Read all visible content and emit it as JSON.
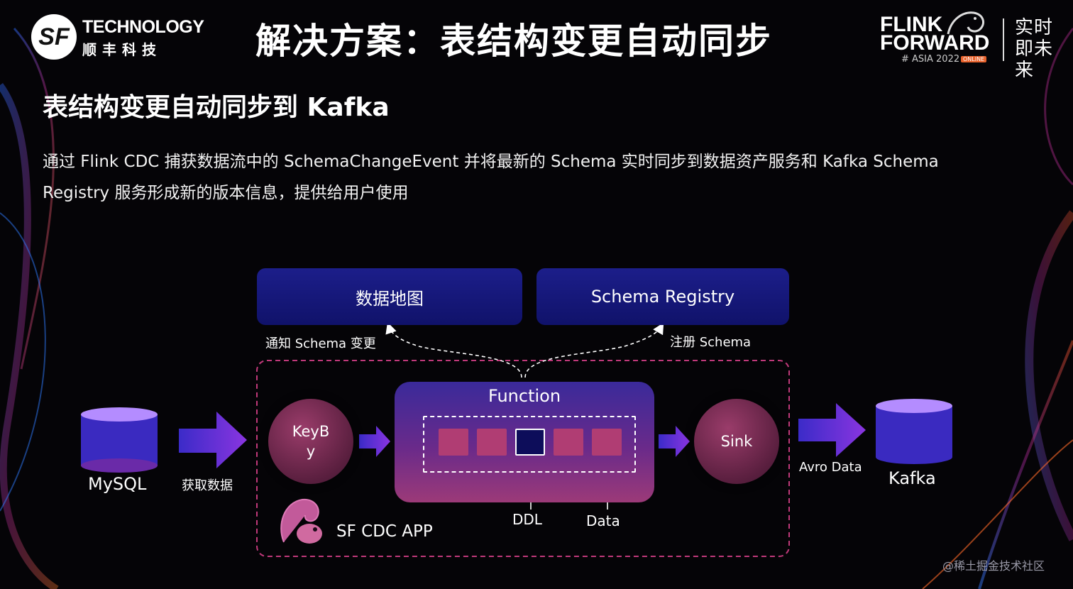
{
  "header": {
    "logo_mark": "SF",
    "logo_text": "TECHNOLOGY",
    "logo_cn": "顺丰科技",
    "title": "解决方案：表结构变更自动同步",
    "event_line1": "FLINK",
    "event_line2": "FORWARD",
    "event_sub": "# ASIA 2022",
    "event_badge": "ONLINE",
    "event_cn": "实时即未来"
  },
  "subtitle": "表结构变更自动同步到 Kafka",
  "description": "通过 Flink CDC 捕获数据流中的 SchemaChangeEvent 并将最新的 Schema 实时同步到数据资产服务和 Kafka Schema Registry 服务形成新的版本信息，提供给用户使用",
  "diagram": {
    "data_map": "数据地图",
    "schema_registry": "Schema Registry",
    "notify_label": "通知 Schema 变更",
    "register_label": "注册 Schema",
    "mysql": "MySQL",
    "fetch_label": "获取数据",
    "keyby": "KeyBy",
    "function": "Function",
    "sink": "Sink",
    "avro_label": "Avro Data",
    "kafka": "Kafka",
    "ddl": "DDL",
    "data": "Data",
    "app": "SF CDC APP"
  },
  "watermark": "@稀土掘金技术社区",
  "colors": {
    "box_blue": "#1c1e8a",
    "node_magenta": "#9a3c6a",
    "dashed_border": "#c0397a",
    "arrow_purple": "#7b2fd8"
  }
}
